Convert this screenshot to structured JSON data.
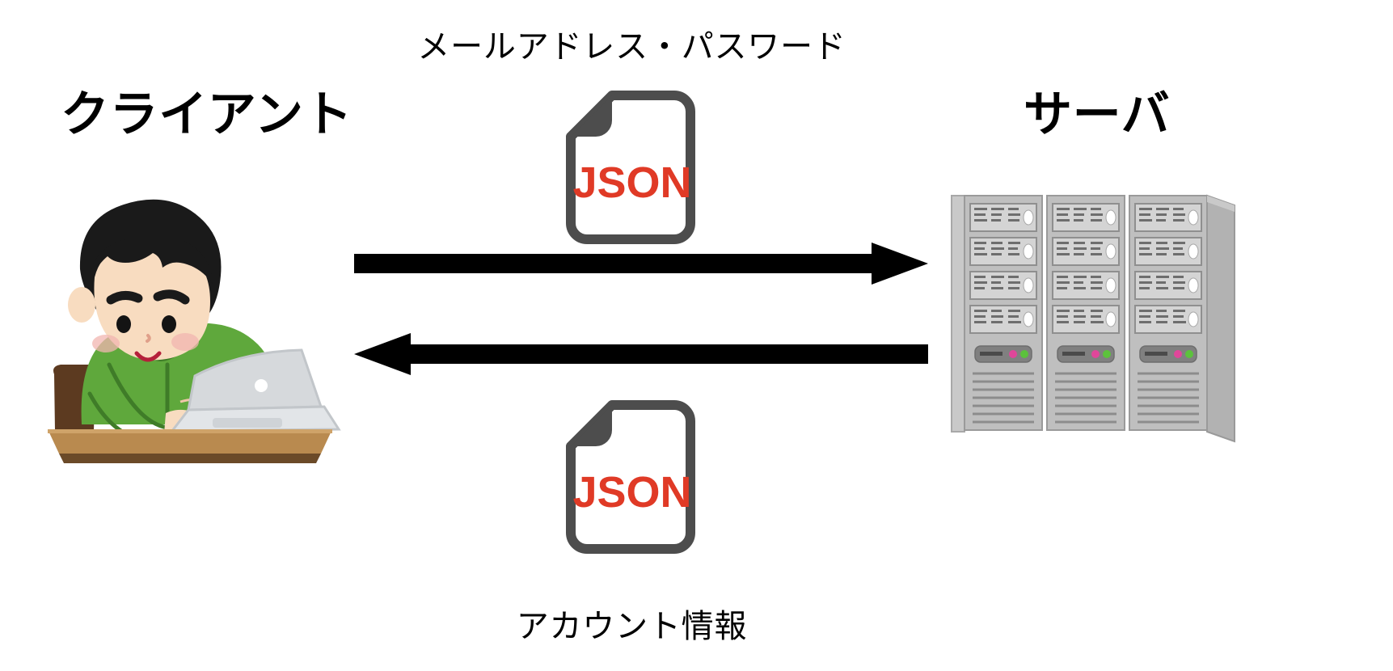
{
  "diagram": {
    "title_client": "クライアント",
    "title_server": "サーバ",
    "label_top": "メールアドレス・パスワード",
    "label_bottom": "アカウント情報",
    "json_label_top": "JSON",
    "json_label_bottom": "JSON",
    "arrow_to_server": "request-arrow-right",
    "arrow_to_client": "response-arrow-left",
    "colors": {
      "json_text": "#E03A26",
      "json_outline": "#4D4D4D",
      "arrow": "#000000",
      "text": "#000000",
      "background": "#FFFFFF",
      "shirt": "#5FA83C",
      "shirt_line": "#3F7C28",
      "hair": "#1A1A1A",
      "skin": "#F8DCC0",
      "skin_shadow": "#F0C6A8",
      "cheek": "#F2B5B0",
      "mouth": "#B5203A",
      "laptop": "#D6D9DC",
      "laptop_edge": "#C2C6CA",
      "desk": "#B98A4F",
      "desk_dark": "#6B4A28",
      "chair": "#5C3A20",
      "server_body": "#BFBFBF",
      "server_light": "#D4D4D4",
      "server_dark": "#8F8F8F",
      "server_side": "#A8A8A8",
      "led_pink": "#E0469A",
      "led_green": "#5CC23C"
    }
  }
}
